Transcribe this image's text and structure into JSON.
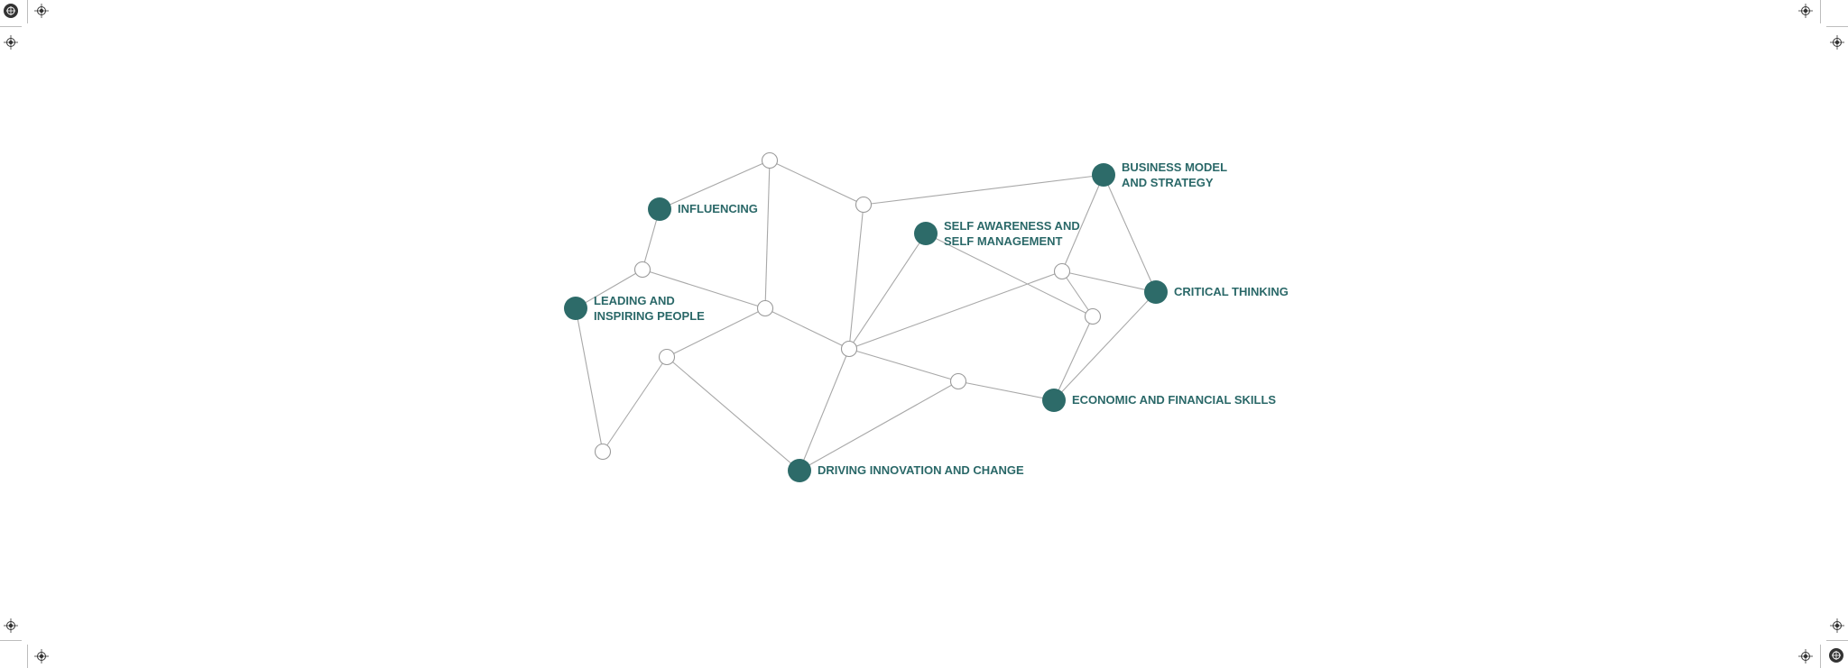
{
  "colors": {
    "accent": "#2d6b69",
    "label": "#2a6868",
    "edge": "#a8a8a8",
    "hollow_stroke": "#9a9a9a"
  },
  "icons": {
    "registration": "crosshair-target-icon",
    "registration_solid": "filled-target-icon"
  },
  "nodes": [
    {
      "id": "influencing",
      "type": "skill",
      "label_lines": [
        "INFLUENCING"
      ]
    },
    {
      "id": "leading",
      "type": "skill",
      "label_lines": [
        "LEADING AND",
        "INSPIRING PEOPLE"
      ]
    },
    {
      "id": "driving",
      "type": "skill",
      "label_lines": [
        "DRIVING INNOVATION AND CHANGE"
      ]
    },
    {
      "id": "self",
      "type": "skill",
      "label_lines": [
        "SELF AWARENESS AND",
        "SELF MANAGEMENT"
      ]
    },
    {
      "id": "business",
      "type": "skill",
      "label_lines": [
        "BUSINESS MODEL",
        "AND STRATEGY"
      ]
    },
    {
      "id": "critical",
      "type": "skill",
      "label_lines": [
        "CRITICAL THINKING"
      ]
    },
    {
      "id": "economic",
      "type": "skill",
      "label_lines": [
        "ECONOMIC AND FINANCIAL SKILLS"
      ]
    },
    {
      "id": "h1",
      "type": "hub",
      "label_lines": []
    },
    {
      "id": "h2",
      "type": "hub",
      "label_lines": []
    },
    {
      "id": "h3",
      "type": "hub",
      "label_lines": []
    },
    {
      "id": "h4",
      "type": "hub",
      "label_lines": []
    },
    {
      "id": "h5",
      "type": "hub",
      "label_lines": []
    },
    {
      "id": "h6",
      "type": "hub",
      "label_lines": []
    },
    {
      "id": "h7",
      "type": "hub",
      "label_lines": []
    },
    {
      "id": "h8",
      "type": "hub",
      "label_lines": []
    },
    {
      "id": "h9",
      "type": "hub",
      "label_lines": []
    },
    {
      "id": "h10",
      "type": "hub",
      "label_lines": []
    }
  ],
  "edges": [
    [
      "h1",
      "influencing"
    ],
    [
      "h1",
      "h2"
    ],
    [
      "h1",
      "h4"
    ],
    [
      "h2",
      "business"
    ],
    [
      "h2",
      "h7"
    ],
    [
      "influencing",
      "h3"
    ],
    [
      "h3",
      "leading"
    ],
    [
      "h3",
      "h4"
    ],
    [
      "leading",
      "h6"
    ],
    [
      "h6",
      "h5"
    ],
    [
      "h5",
      "h4"
    ],
    [
      "h5",
      "driving"
    ],
    [
      "h4",
      "h7"
    ],
    [
      "h7",
      "self"
    ],
    [
      "h7",
      "h9"
    ],
    [
      "h7",
      "h8"
    ],
    [
      "h7",
      "driving"
    ],
    [
      "h8",
      "driving"
    ],
    [
      "h8",
      "economic"
    ],
    [
      "self",
      "h10"
    ],
    [
      "h9",
      "business"
    ],
    [
      "h9",
      "critical"
    ],
    [
      "h9",
      "h10"
    ],
    [
      "business",
      "critical"
    ],
    [
      "h10",
      "economic"
    ],
    [
      "critical",
      "economic"
    ]
  ]
}
